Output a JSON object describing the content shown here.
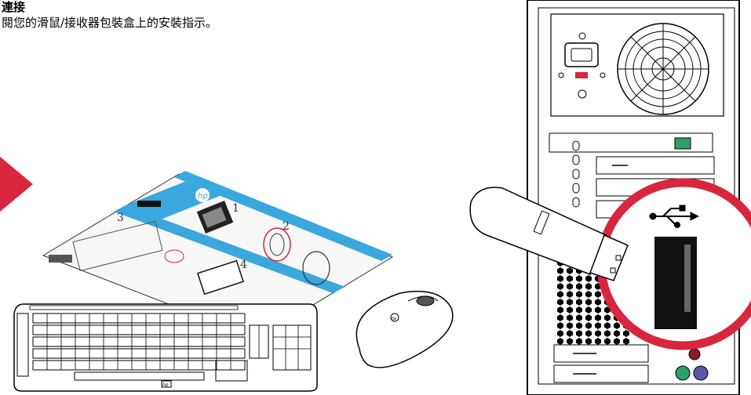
{
  "heading": "連接",
  "instruction": "閱您的滑鼠/接收器包裝盒上的安裝指示。",
  "guide_sheet": {
    "step_numbers": [
      "1",
      "2",
      "3",
      "4"
    ],
    "brand": "hp"
  },
  "keyboard": {
    "brand": "hp"
  },
  "mouse": {
    "brand": "hp"
  },
  "colors": {
    "accent_red": "#d7263d",
    "guide_blue": "#3aa7dd",
    "ps2_green": "#2f9e6b",
    "ps2_purple": "#5d56a6",
    "line": "#000000"
  },
  "icons": [
    "arrow-shape",
    "usb-symbol-icon",
    "power-socket-icon",
    "fan-icon"
  ]
}
